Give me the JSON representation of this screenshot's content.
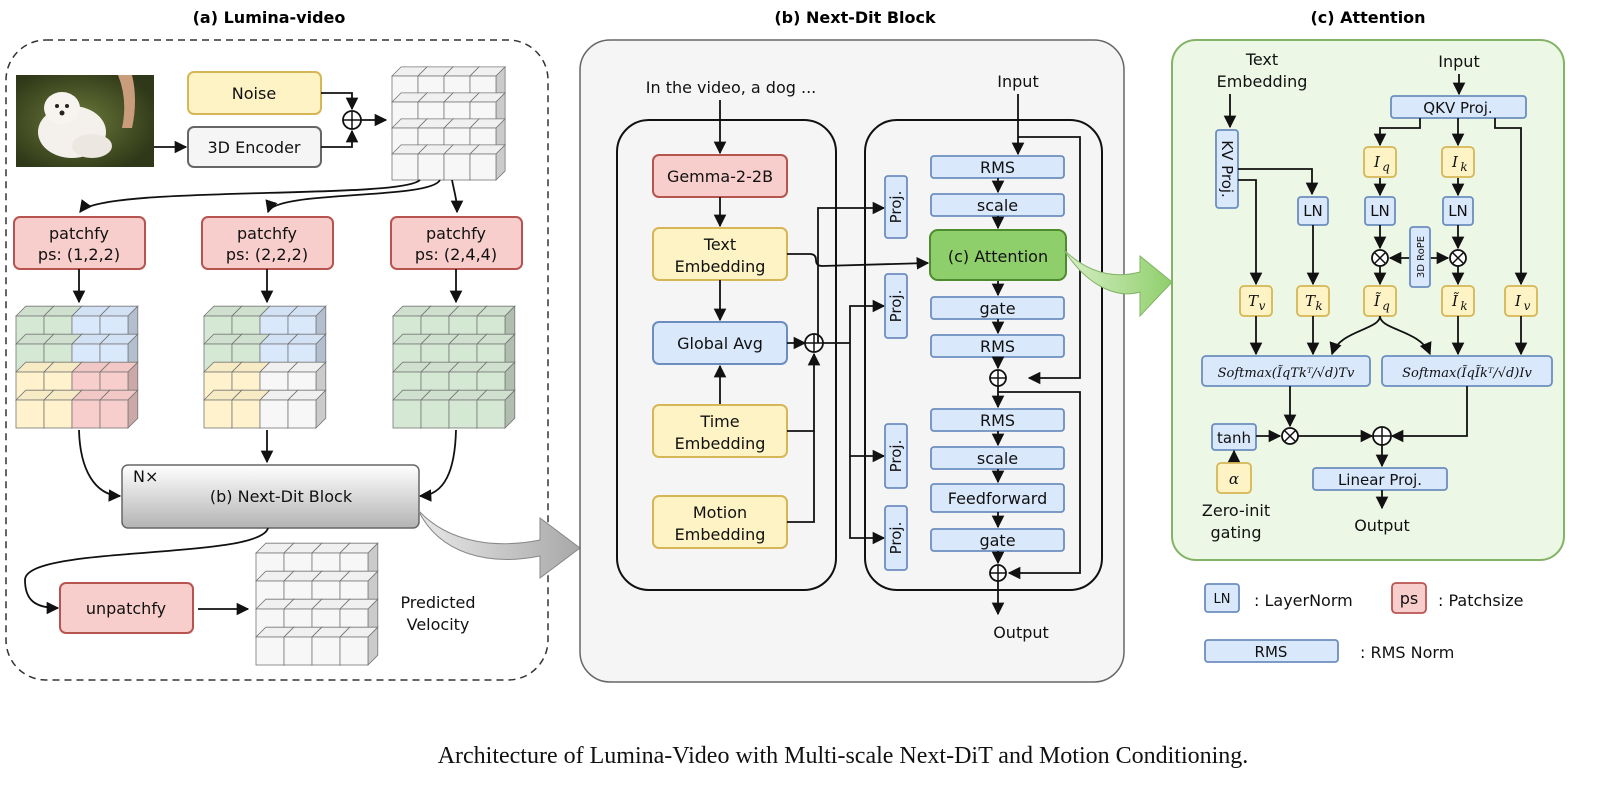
{
  "caption": "Architecture of Lumina-Video with Multi-scale Next-DiT and Motion Conditioning.",
  "panel_a": {
    "title": "(a) Lumina-video",
    "noise": "Noise",
    "encoder": "3D Encoder",
    "patchify": [
      {
        "label": "patchfy",
        "ps": "ps: (1,2,2)"
      },
      {
        "label": "patchfy",
        "ps": "ps: (2,2,2)"
      },
      {
        "label": "patchfy",
        "ps": "ps: (2,4,4)"
      }
    ],
    "nx": "N×",
    "block": "(b) Next-Dit Block",
    "unpatchify": "unpatchfy",
    "predicted": [
      "Predicted",
      "Velocity"
    ]
  },
  "panel_b": {
    "title": "(b) Next-Dit Block",
    "prompt": "In the video, a dog ...",
    "gemma": "Gemma-2-2B",
    "text_emb": [
      "Text",
      "Embedding"
    ],
    "global_avg": "Global Avg",
    "time_emb": [
      "Time",
      "Embedding"
    ],
    "motion_emb": [
      "Motion",
      "Embedding"
    ],
    "input": "Input",
    "output": "Output",
    "proj": "Proj.",
    "rms": "RMS",
    "scale": "scale",
    "attention": "(c) Attention",
    "gate": "gate",
    "feedforward": "Feedforward"
  },
  "panel_c": {
    "title": "(c) Attention",
    "text_emb": [
      "Text",
      "Embedding"
    ],
    "input": "Input",
    "qkv": "QKV Proj.",
    "kv": "KV Proj.",
    "ln": "LN",
    "rope": "3D RoPE",
    "tanh": "tanh",
    "alpha": "α",
    "zero_init": [
      "Zero-init",
      "gating"
    ],
    "linear": "Linear Proj.",
    "output": "Output",
    "softmax_left": "Softmax(ĨqTkᵀ/√d)Tv",
    "softmax_right": "Softmax(ĨqĨkᵀ/√d)Iv"
  },
  "legend": {
    "ln_box": "LN",
    "ln_text": ": LayerNorm",
    "ps_box": "ps",
    "ps_text": ": Patchsize",
    "rms_box": "RMS",
    "rms_text": ": RMS Norm"
  },
  "colors": {
    "yellow": "#fdf3c4",
    "yellow_stroke": "#d6b656",
    "red": "#f8cecc",
    "red_stroke": "#b85450",
    "blue": "#dae8fc",
    "blue_stroke": "#6c8ebf",
    "green": "#8fcf6b",
    "green_bg": "#edf7e6",
    "green_stroke": "#82b366",
    "gray": "#f5f5f5"
  }
}
